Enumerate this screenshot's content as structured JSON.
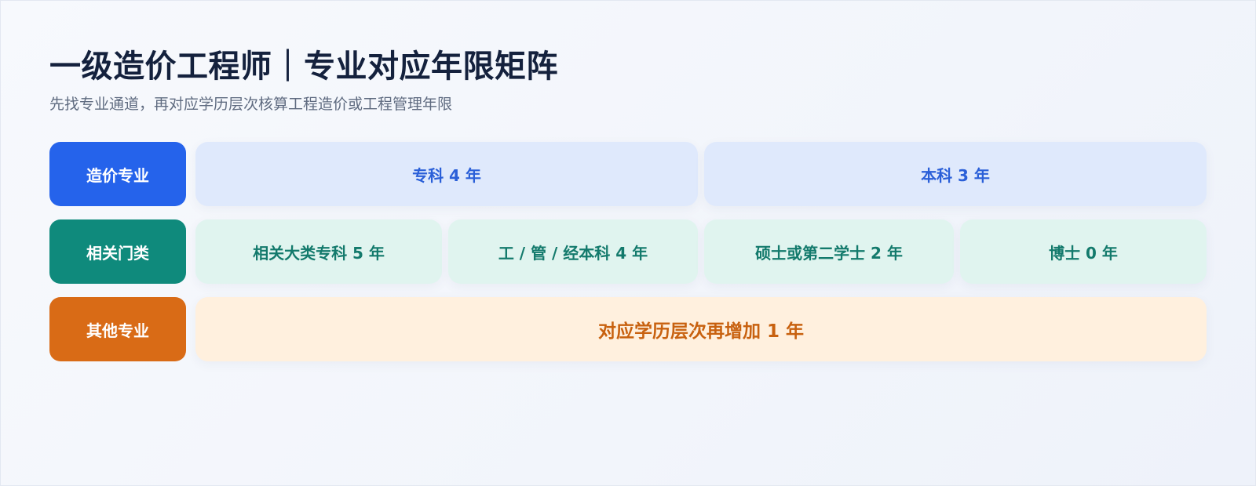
{
  "title": "一级造价工程师｜专业对应年限矩阵",
  "subtitle": "先找专业通道，再对应学历层次核算工程造价或工程管理年限",
  "rows": [
    {
      "label": "造价专业",
      "color": "#2563eb",
      "cells": [
        "专科 4 年",
        "本科 3 年"
      ]
    },
    {
      "label": "相关门类",
      "color": "#0f8a7c",
      "cells": [
        "相关大类专科 5 年",
        "工 / 管 / 经本科 4 年",
        "硕士或第二学士 2 年",
        "博士 0 年"
      ]
    },
    {
      "label": "其他专业",
      "color": "#d96b16",
      "cells": [
        "对应学历层次再增加 1 年"
      ]
    }
  ]
}
